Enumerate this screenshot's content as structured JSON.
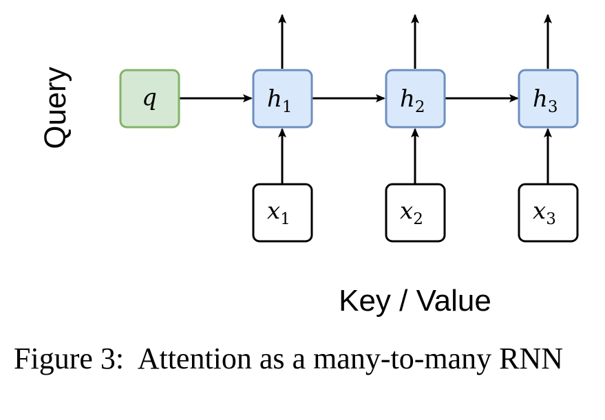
{
  "diagram": {
    "query_label": "Query",
    "keyvalue_label": "Key / Value",
    "query_node": {
      "letter": "q"
    },
    "hidden_nodes": [
      {
        "letter": "h",
        "sub": "1"
      },
      {
        "letter": "h",
        "sub": "2"
      },
      {
        "letter": "h",
        "sub": "3"
      }
    ],
    "input_nodes": [
      {
        "letter": "x",
        "sub": "1"
      },
      {
        "letter": "x",
        "sub": "2"
      },
      {
        "letter": "x",
        "sub": "3"
      }
    ],
    "colors": {
      "query_fill": "#d5e8d4",
      "query_stroke": "#82b366",
      "hidden_fill": "#dae8fc",
      "hidden_stroke": "#6c8ebf",
      "input_fill": "#ffffff",
      "input_stroke": "#000000",
      "arrow": "#000000"
    }
  },
  "caption": {
    "label": "Figure 3:",
    "text": "Attention as a many-to-many RNN"
  }
}
